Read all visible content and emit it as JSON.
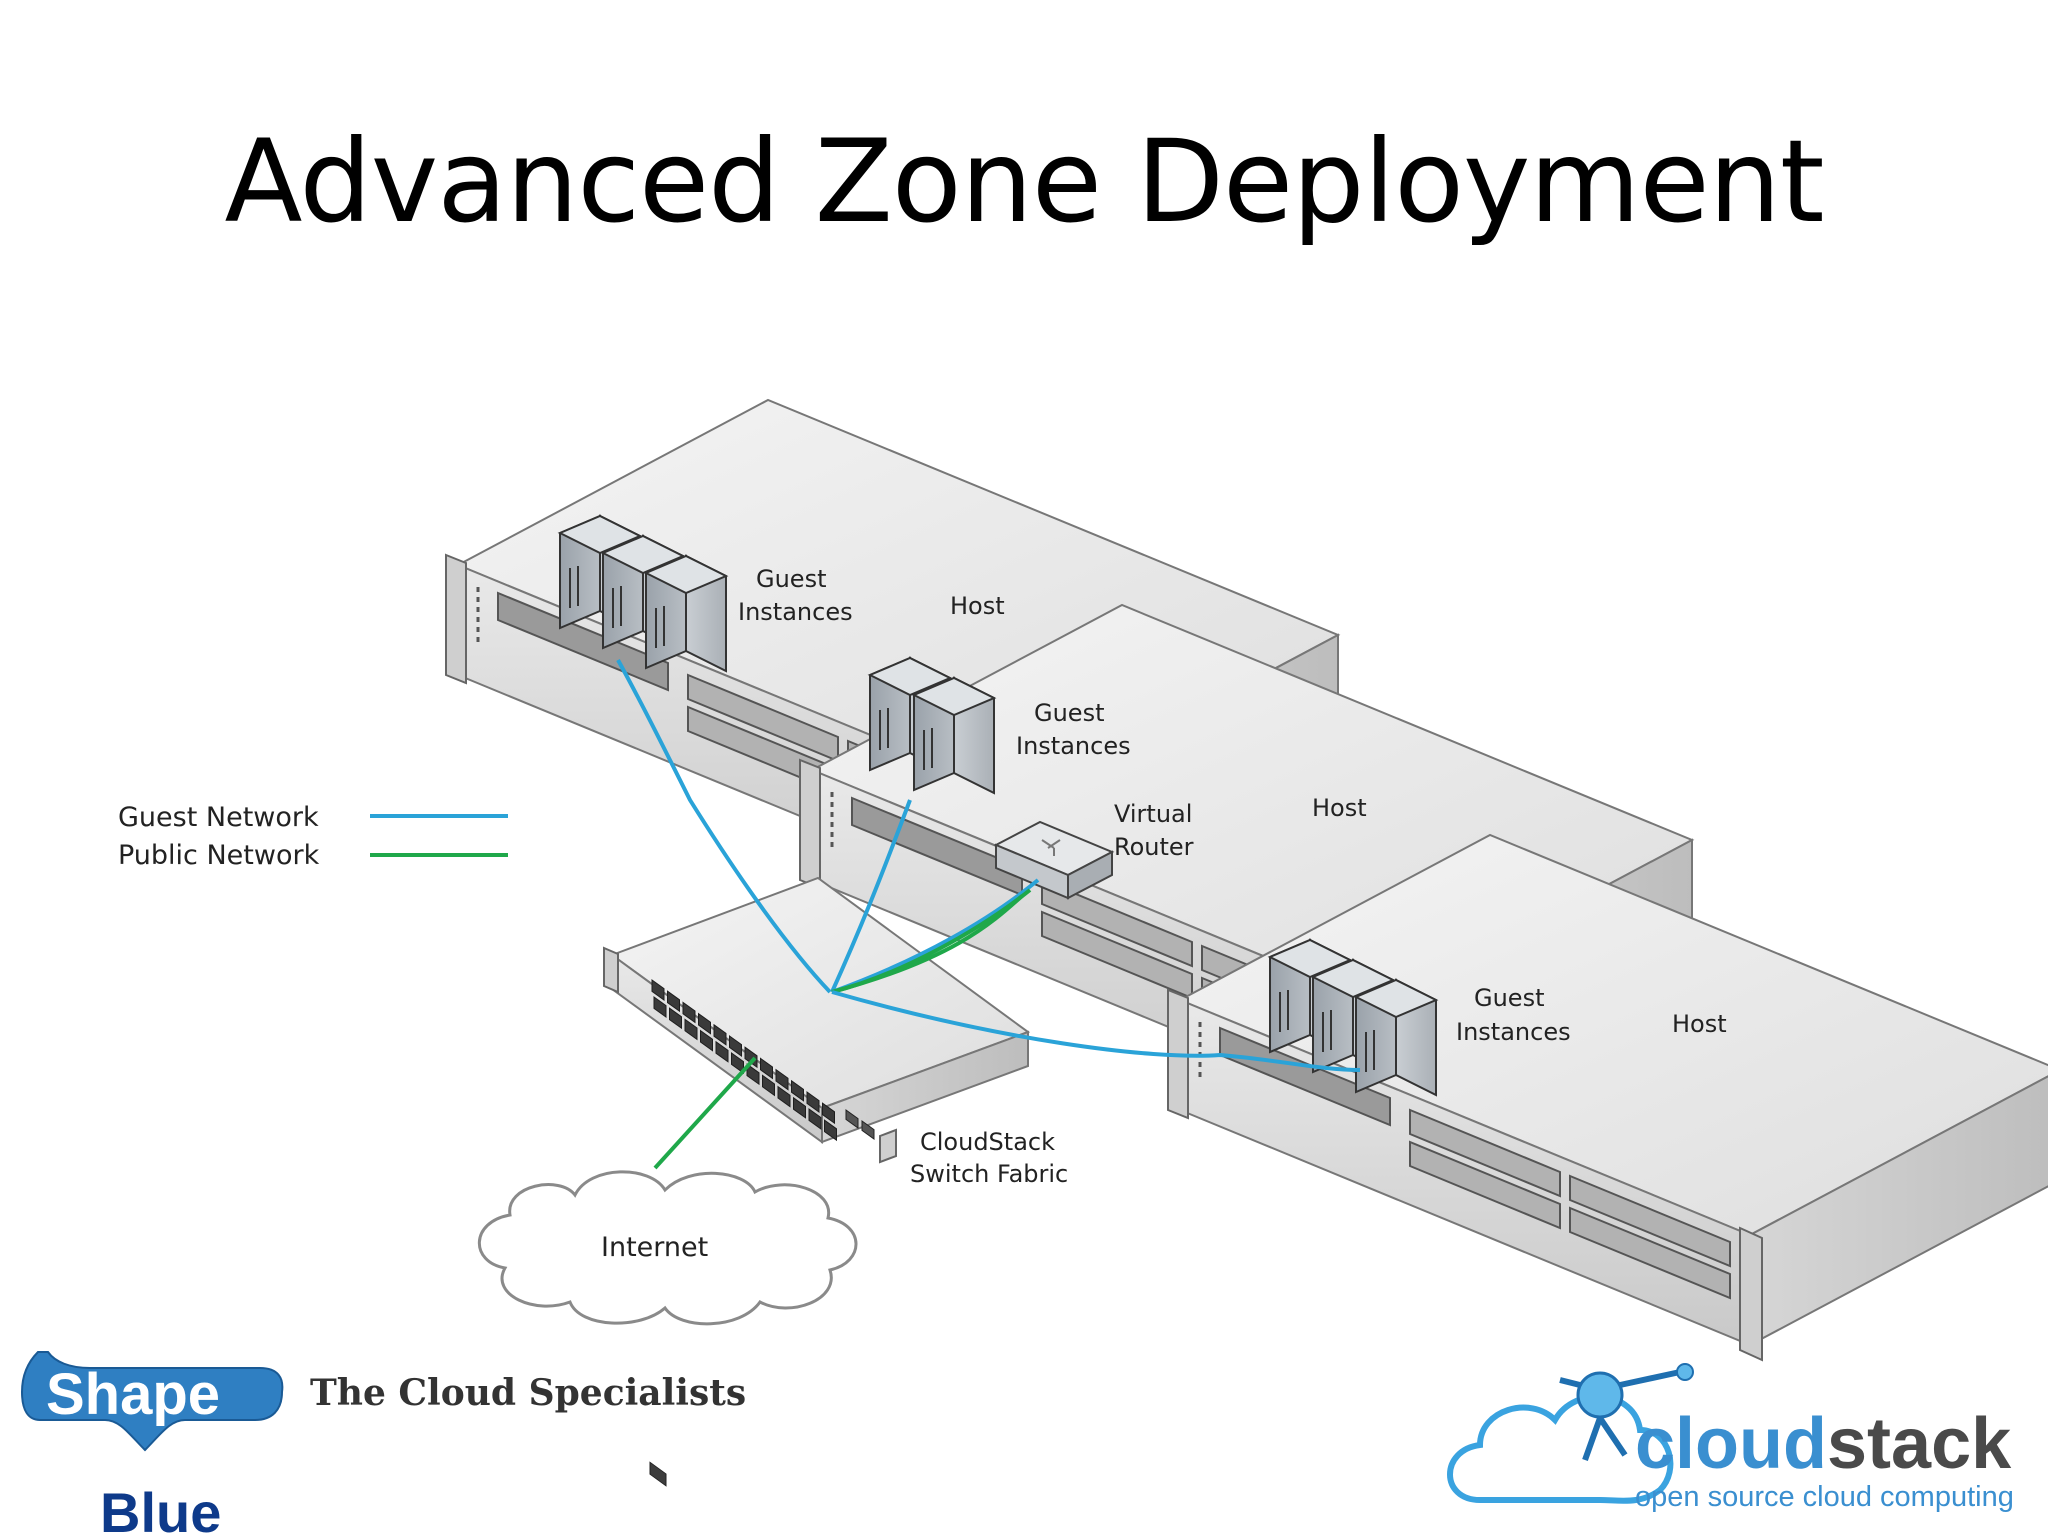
{
  "title": "Advanced Zone Deployment",
  "legend": {
    "guest_network": "Guest Network",
    "public_network": "Public Network",
    "guest_color": "#2aa3d8",
    "public_color": "#1fa84a"
  },
  "hosts": [
    {
      "host_label": "Host",
      "instances_line1": "Guest",
      "instances_line2": "Instances"
    },
    {
      "host_label": "Host",
      "instances_line1": "Guest",
      "instances_line2": "Instances",
      "router_line1": "Virtual",
      "router_line2": "Router"
    },
    {
      "host_label": "Host",
      "instances_line1": "Guest",
      "instances_line2": "Instances"
    }
  ],
  "switch": {
    "line1": "CloudStack",
    "line2": "Switch Fabric"
  },
  "internet": "Internet",
  "footer": {
    "shapeblue_shape": "Shape",
    "shapeblue_blue": "Blue",
    "shapeblue_tagline": "The Cloud Specialists",
    "cloudstack_cloud": "cloud",
    "cloudstack_stack": "stack",
    "cloudstack_tagline": "open source cloud computing"
  }
}
